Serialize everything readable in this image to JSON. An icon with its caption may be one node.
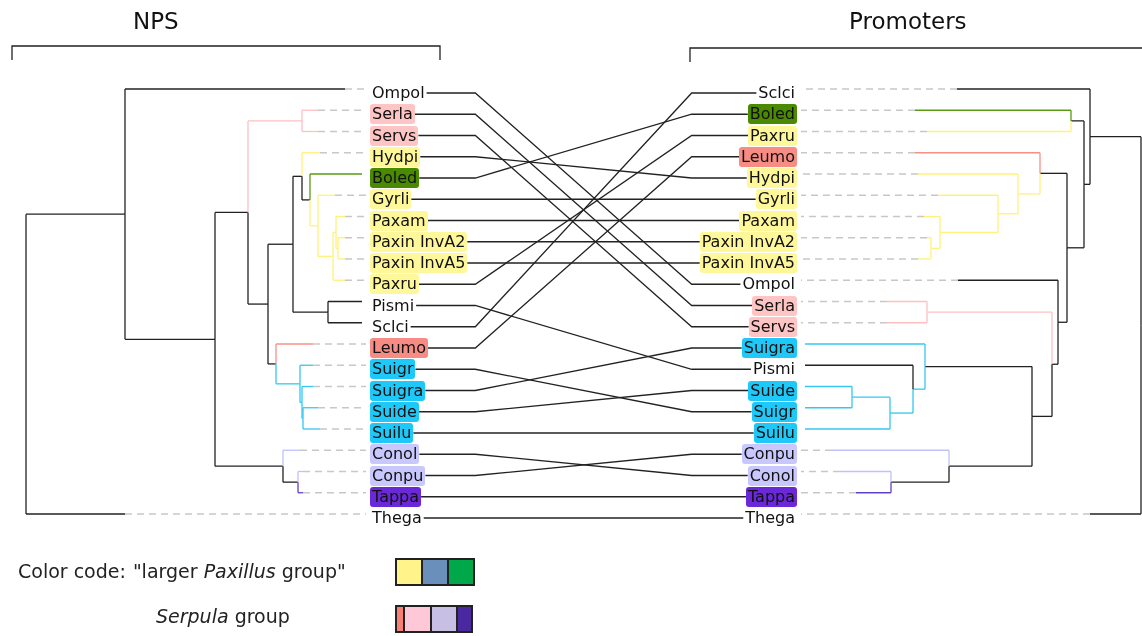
{
  "diagram": {
    "nodes": [
      {
        "text": [
          "Ompol"
        ]
      },
      {
        "text": [
          "Serla"
        ]
      },
      {
        "text": [
          "Servs"
        ]
      },
      {
        "text": [
          "Hydpi"
        ]
      },
      {
        "text": [
          "Boled"
        ]
      },
      {
        "text": [
          "Gyrli"
        ]
      },
      {
        "text": [
          "Paxam"
        ]
      },
      {
        "text": [
          "Paxin InvA2"
        ]
      },
      {
        "text": [
          "Paxin InvA5"
        ]
      },
      {
        "text": [
          "Paxru"
        ]
      },
      {
        "text": [
          "Pismi"
        ]
      },
      {
        "text": [
          "Sclci"
        ]
      },
      {
        "text": [
          "Leumo"
        ]
      },
      {
        "text": [
          "Suigr"
        ]
      },
      {
        "text": [
          "Suigra"
        ]
      },
      {
        "text": [
          "Suide"
        ]
      },
      {
        "text": [
          "Suilu"
        ]
      },
      {
        "text": [
          "Conol"
        ]
      },
      {
        "text": [
          "Conpu"
        ]
      },
      {
        "text": [
          "Tappa"
        ]
      },
      {
        "text": [
          "Thega"
        ]
      },
      {
        "text": [
          "Sclci"
        ]
      },
      {
        "text": [
          "Boled"
        ]
      },
      {
        "text": [
          "Paxru"
        ]
      },
      {
        "text": [
          "Leumo"
        ]
      },
      {
        "text": [
          "Hydpi"
        ]
      },
      {
        "text": [
          "Gyrli"
        ]
      },
      {
        "text": [
          "Paxam"
        ]
      },
      {
        "text": [
          "Paxin InvA2"
        ]
      },
      {
        "text": [
          "Paxin InvA5"
        ]
      },
      {
        "text": [
          "Ompol"
        ]
      },
      {
        "text": [
          "Serla"
        ]
      },
      {
        "text": [
          "Servs"
        ]
      },
      {
        "text": [
          "Suigra"
        ]
      },
      {
        "text": [
          "Pismi"
        ]
      },
      {
        "text": [
          "Suide"
        ]
      },
      {
        "text": [
          "Suigr"
        ]
      },
      {
        "text": [
          "Suilu"
        ]
      },
      {
        "text": [
          "Conpu"
        ]
      },
      {
        "text": [
          "Conol"
        ]
      },
      {
        "text": [
          "Tappa"
        ]
      },
      {
        "text": [
          "Thega"
        ]
      }
    ],
    "edges": [
      {
        "from": 0,
        "to": 30,
        "arrow": "none"
      },
      {
        "from": 1,
        "to": 31,
        "arrow": "none"
      },
      {
        "from": 2,
        "to": 32,
        "arrow": "none"
      },
      {
        "from": 3,
        "to": 25,
        "arrow": "none"
      },
      {
        "from": 4,
        "to": 22,
        "arrow": "none"
      },
      {
        "from": 5,
        "to": 26,
        "arrow": "none"
      },
      {
        "from": 6,
        "to": 27,
        "arrow": "none"
      },
      {
        "from": 7,
        "to": 28,
        "arrow": "none"
      },
      {
        "from": 8,
        "to": 29,
        "arrow": "none"
      },
      {
        "from": 9,
        "to": 23,
        "arrow": "none"
      },
      {
        "from": 10,
        "to": 34,
        "arrow": "none"
      },
      {
        "from": 11,
        "to": 21,
        "arrow": "none"
      },
      {
        "from": 12,
        "to": 24,
        "arrow": "none"
      },
      {
        "from": 13,
        "to": 36,
        "arrow": "none"
      },
      {
        "from": 14,
        "to": 33,
        "arrow": "none"
      },
      {
        "from": 15,
        "to": 35,
        "arrow": "none"
      },
      {
        "from": 16,
        "to": 37,
        "arrow": "none"
      },
      {
        "from": 17,
        "to": 39,
        "arrow": "none"
      },
      {
        "from": 18,
        "to": 38,
        "arrow": "none"
      },
      {
        "from": 19,
        "to": 40,
        "arrow": "none"
      },
      {
        "from": 20,
        "to": 41,
        "arrow": "none"
      }
    ],
    "labels": [
      "NPS",
      "Promoters",
      "Color code:"
    ],
    "legend": [
      {
        "text": "\"larger *Paxillus* group\"",
        "color": "#fff38a"
      },
      {
        "text": "*Serpula* group",
        "color": "#f77f75"
      }
    ]
  }
}
